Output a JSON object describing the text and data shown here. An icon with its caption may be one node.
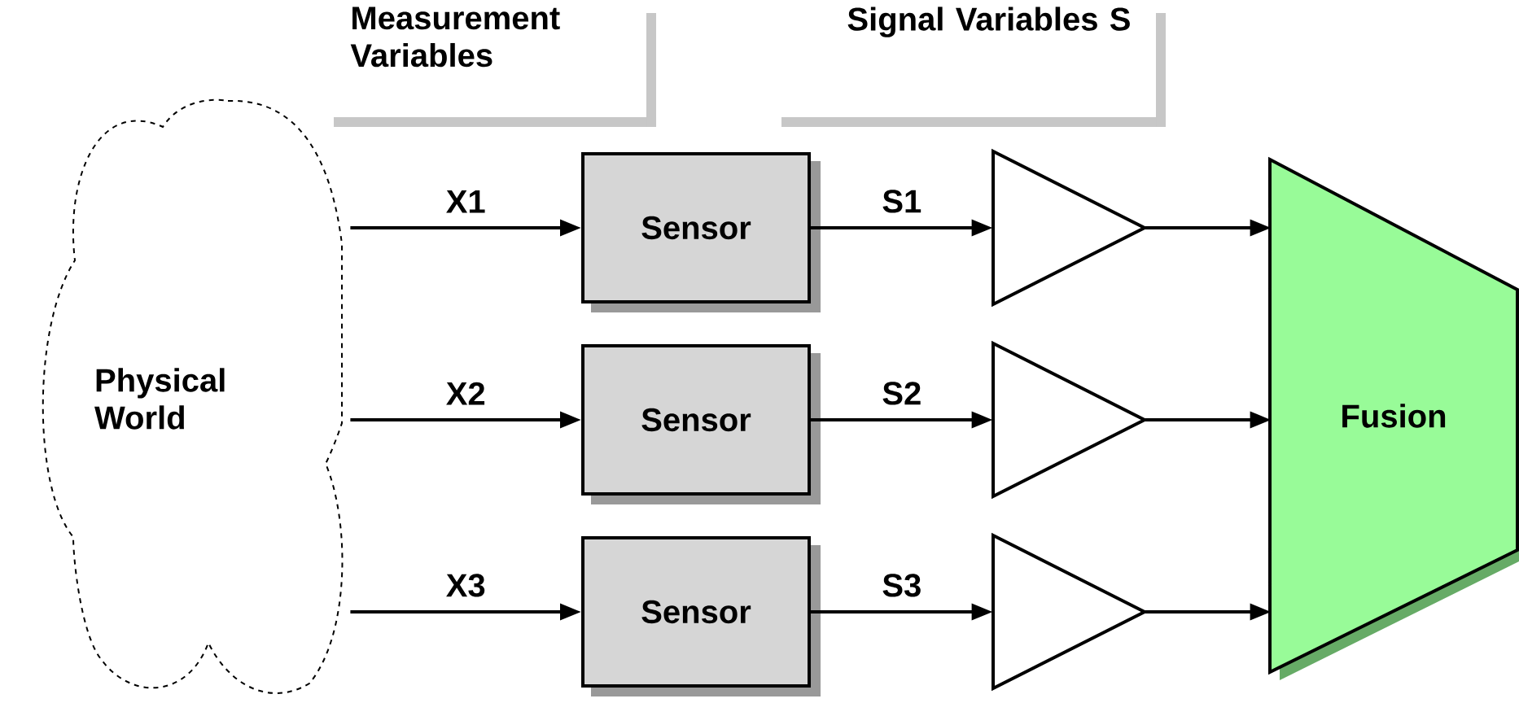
{
  "diagram": {
    "nodes": [
      {
        "text": [
          "Physical World"
        ]
      },
      {
        "text": [
          "Sensor"
        ]
      },
      {
        "text": [
          "Sensor"
        ]
      },
      {
        "text": [
          "Sensor"
        ]
      },
      {
        "text": [],
        "shape": "triangle"
      },
      {
        "text": [],
        "shape": "triangle"
      },
      {
        "text": [],
        "shape": "triangle"
      },
      {
        "text": [
          "Fusion"
        ]
      }
    ],
    "edges": [
      {
        "from": 0,
        "to": 1,
        "arrow": "to",
        "label": "X1"
      },
      {
        "from": 0,
        "to": 2,
        "arrow": "to",
        "label": "X2"
      },
      {
        "from": 0,
        "to": 3,
        "arrow": "to",
        "label": "X3"
      },
      {
        "from": 1,
        "to": 4,
        "arrow": "to",
        "label": "S1"
      },
      {
        "from": 2,
        "to": 5,
        "arrow": "to",
        "label": "S2"
      },
      {
        "from": 3,
        "to": 6,
        "arrow": "to",
        "label": "S3"
      },
      {
        "from": 4,
        "to": 7,
        "arrow": "to"
      },
      {
        "from": 5,
        "to": 7,
        "arrow": "to"
      },
      {
        "from": 6,
        "to": 7,
        "arrow": "to"
      }
    ],
    "labels": [
      "Measurement Variables",
      "Signal Variables S"
    ]
  }
}
